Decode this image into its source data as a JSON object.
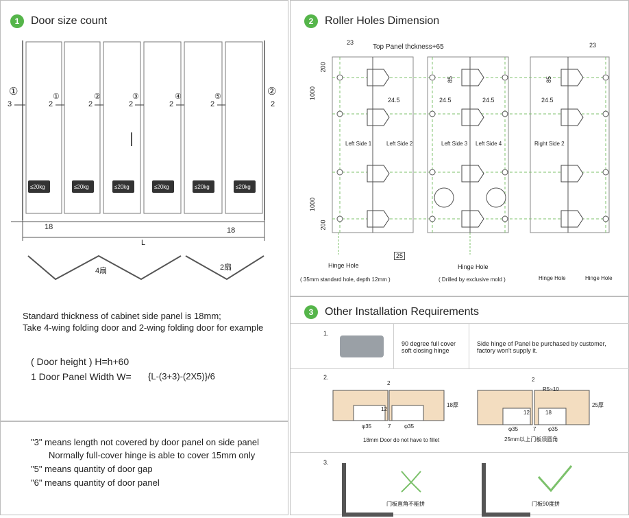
{
  "left_top": {
    "number": "1",
    "title": "Door size count",
    "circled_labels": [
      "①",
      "②",
      "③",
      "④",
      "⑤",
      "②"
    ],
    "gap_labels": [
      "3",
      "2",
      "2",
      "2",
      "2",
      "2",
      "2"
    ],
    "weight_label": "≤20kg",
    "dim_18_left": "18",
    "dim_18_right": "18",
    "dim_L": "L",
    "fan_4": "4扇",
    "fan_2": "2扇",
    "desc_line1": "Standard thickness of cabinet side panel is 18mm;",
    "desc_line2": "Take 4-wing folding door and 2-wing folding door for example",
    "formula1": "( Door height ) H=h+60",
    "formula2_prefix": "1 Door Panel Width W=",
    "formula2_value": "{L-(3+3)-(2X5)}/6"
  },
  "left_bottom": {
    "line1": "\"3\" means length not covered by door panel on side panel",
    "line2": "Normally full-cover hinge is able to cover 15mm only",
    "line3": "\"5\" means quantity of door gap",
    "line4": "\"6\" means quantity of door panel"
  },
  "right_top": {
    "number": "2",
    "title": "Roller Holes Dimension",
    "top_label": "Top Panel thckness+65",
    "dim_23_left": "23",
    "dim_23_right": "23",
    "dim_200_top": "200",
    "dim_1000_top": "1000",
    "dim_1000_bottom": "1000",
    "dim_200_bottom": "200",
    "dim_85_a": "85",
    "dim_85_b": "85",
    "dim_24_5": [
      "24.5",
      "24.5",
      "24.5",
      "24.5"
    ],
    "dim_25": "25",
    "side_labels": [
      "Left Side 1",
      "Left Side 2",
      "Left Side 3",
      "Left Side 4",
      "Right Side 2"
    ],
    "hinge_hole_1": "Hinge Hole",
    "hinge_hole_1_note": "( 35mm standard hole, depth 12mm )",
    "hinge_hole_2": "Hinge Hole",
    "hinge_hole_2_note": "( Drilled by exclusive mold )",
    "legend_1": "Hinge Hole",
    "legend_2": "Hinge Hole"
  },
  "right_bottom": {
    "number": "3",
    "title": "Other Installation Requirements",
    "req1_num": "1.",
    "req1_col2": "90 degree full cover soft closing hinge",
    "req1_col3": "Side hinge of Panel be purchased by customer, factory won't supply it.",
    "req2_num": "2.",
    "req2_caption_left": "18mm Door do not have to fillet",
    "req2_caption_right": "25mm以上门板须圆角",
    "req2_labels": {
      "dim2": "2",
      "dim12": "12",
      "dim18": "18厚",
      "dim25": "25厚",
      "phi35": "φ35",
      "dim7": "7",
      "r": "R5~10",
      "dim18b": "18"
    },
    "req3_num": "3.",
    "req3_cap_left": "门板直角不能拼",
    "req3_cap_right": "门板90度拼"
  }
}
